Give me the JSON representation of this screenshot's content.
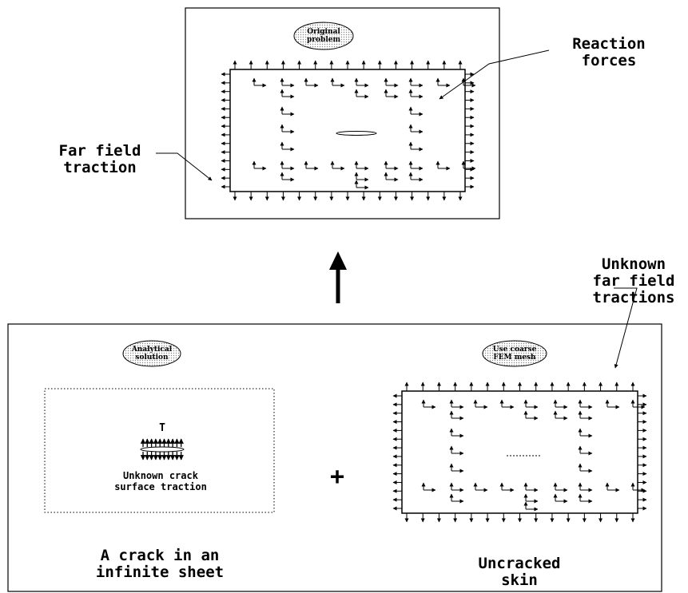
{
  "top_panel": {
    "badge": "Original\nproblem",
    "reaction_label": "Reaction\nforces",
    "far_field_label": "Far field\ntraction"
  },
  "unknown_far_field_label": "Unknown\nfar field\ntractions",
  "bottom_left_panel": {
    "badge": "Analytical\nsolution",
    "t_symbol": "T",
    "crack_traction_label": "Unknown crack\nsurface traction",
    "caption": "A crack in an\ninfinite sheet"
  },
  "plus_sign": "+",
  "bottom_right_panel": {
    "badge": "Use coarse\nFEM mesh",
    "caption": "Uncracked\nskin"
  }
}
